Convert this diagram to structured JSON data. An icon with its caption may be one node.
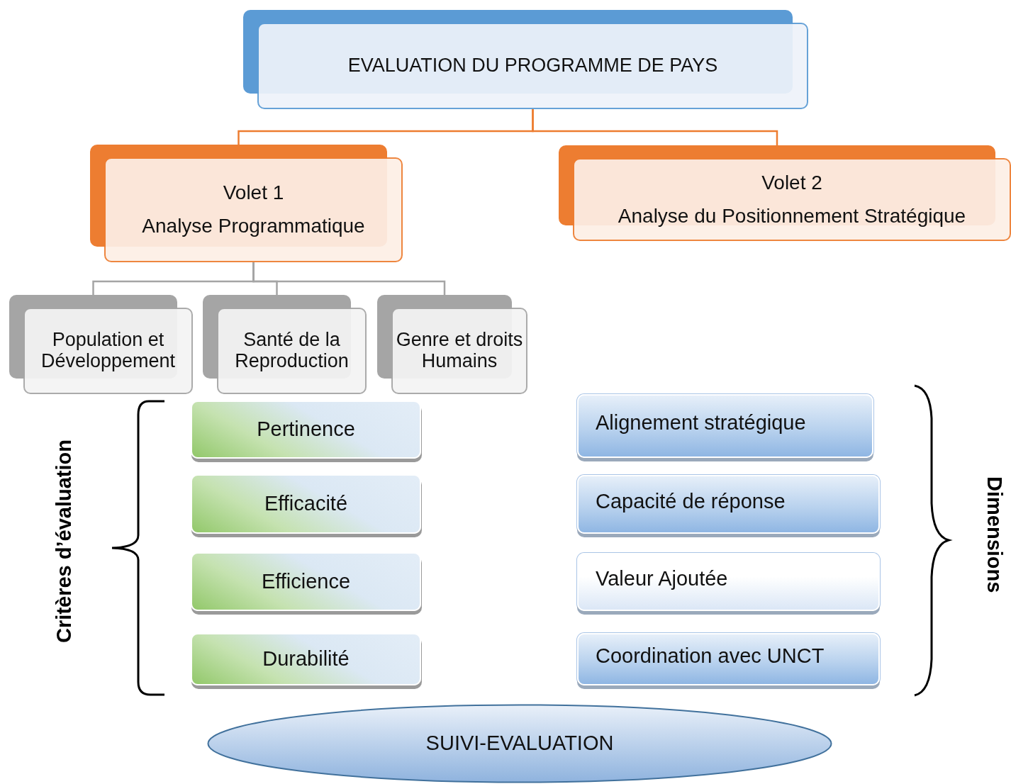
{
  "diagram": {
    "nodes": [
      {
        "text": [
          "EVALUATION DU PROGRAMME DE PAYS"
        ]
      },
      {
        "text": [
          "Volet 1",
          "Analyse Programmatique"
        ]
      },
      {
        "text": [
          "Volet 2",
          "Analyse du Positionnement  Stratégique"
        ]
      },
      {
        "text": [
          "Population et Développement"
        ]
      },
      {
        "text": [
          "Santé de la Reproduction"
        ]
      },
      {
        "text": [
          "Genre et droits Humains"
        ]
      },
      {
        "text": [
          "Pertinence"
        ]
      },
      {
        "text": [
          "Efficacité"
        ]
      },
      {
        "text": [
          "Efficience"
        ]
      },
      {
        "text": [
          "Durabilité"
        ]
      },
      {
        "text": [
          "Alignement stratégique"
        ]
      },
      {
        "text": [
          "Capacité de réponse"
        ]
      },
      {
        "text": [
          "Valeur Ajoutée"
        ]
      },
      {
        "text": [
          "Coordination avec UNCT"
        ]
      },
      {
        "text": [
          "SUIVI-EVALUATION"
        ]
      }
    ],
    "edges": [
      {
        "from": 0,
        "to": 1,
        "arrow": "none",
        "color": "#ed7d31"
      },
      {
        "from": 0,
        "to": 2,
        "arrow": "none",
        "color": "#ed7d31"
      },
      {
        "from": 1,
        "to": 3,
        "arrow": "none"
      },
      {
        "from": 1,
        "to": 4,
        "arrow": "none"
      },
      {
        "from": 1,
        "to": 5,
        "arrow": "none"
      }
    ],
    "labels": [
      "Critères d’évaluation",
      "Dimensions"
    ]
  }
}
